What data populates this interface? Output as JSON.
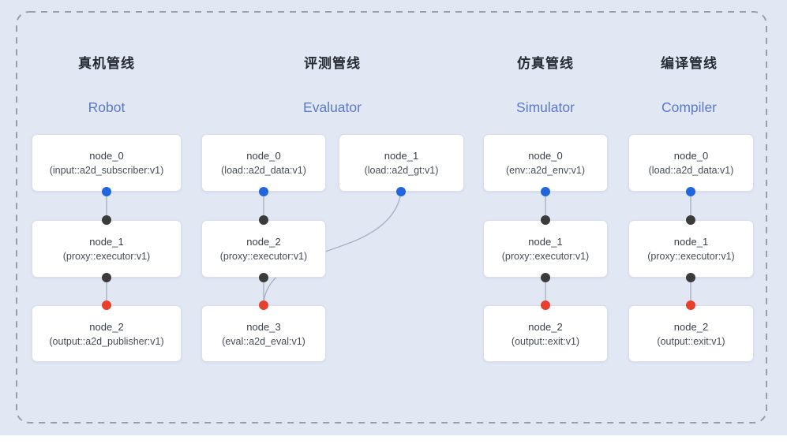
{
  "diagram": {
    "background_color": "#e2e7f4",
    "dashed_border_color": "#989eab",
    "edge_color": "#a9b1c2",
    "dot_colors": {
      "input": "#2166de",
      "proxy": "#3b3b3b",
      "output": "#e8402e"
    },
    "title_en_color": "#5b79c7",
    "pipelines": [
      {
        "title_zh": "真机管线",
        "title_en": "Robot",
        "nodes": [
          {
            "name": "node_0",
            "type": "(input::a2d_subscriber:v1)"
          },
          {
            "name": "node_1",
            "type": "(proxy::executor:v1)"
          },
          {
            "name": "node_2",
            "type": "(output::a2d_publisher:v1)"
          }
        ]
      },
      {
        "title_zh": "评测管线",
        "title_en": "Evaluator",
        "nodes": [
          {
            "name": "node_0",
            "type": "(load::a2d_data:v1)"
          },
          {
            "name": "node_1",
            "type": "(load::a2d_gt:v1)"
          },
          {
            "name": "node_2",
            "type": "(proxy::executor:v1)"
          },
          {
            "name": "node_3",
            "type": "(eval::a2d_eval:v1)"
          }
        ]
      },
      {
        "title_zh": "仿真管线",
        "title_en": "Simulator",
        "nodes": [
          {
            "name": "node_0",
            "type": "(env::a2d_env:v1)"
          },
          {
            "name": "node_1",
            "type": "(proxy::executor:v1)"
          },
          {
            "name": "node_2",
            "type": "(output::exit:v1)"
          }
        ]
      },
      {
        "title_zh": "编译管线",
        "title_en": "Compiler",
        "nodes": [
          {
            "name": "node_0",
            "type": "(load::a2d_data:v1)"
          },
          {
            "name": "node_1",
            "type": "(proxy::executor:v1)"
          },
          {
            "name": "node_2",
            "type": "(output::exit:v1)"
          }
        ]
      }
    ]
  }
}
